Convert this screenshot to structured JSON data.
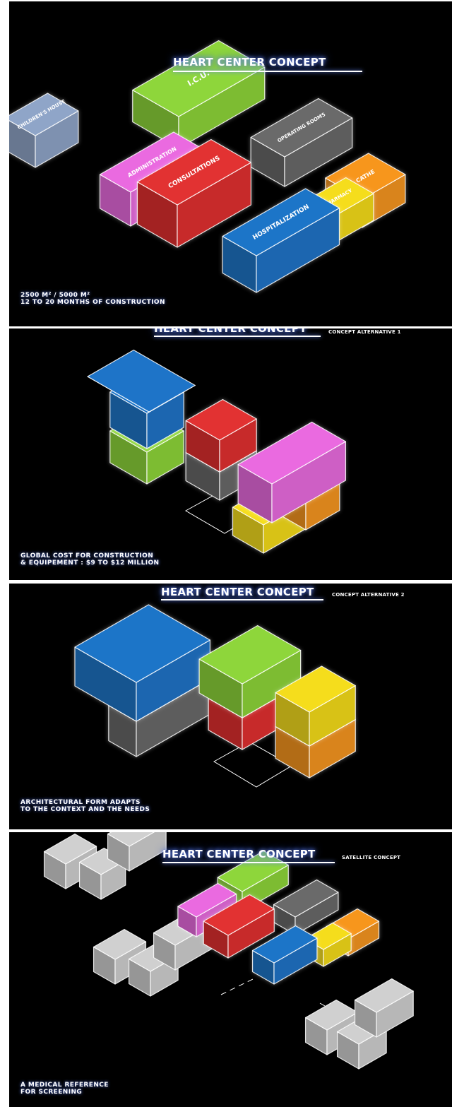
{
  "panels": [
    {
      "title": "HEART CENTER CONCEPT",
      "subtitle": "",
      "caption_lines": [
        "2500 M² / 5000 M²",
        "12 TO 20 MONTHS OF CONSTRUCTION"
      ],
      "blocks": {
        "childrens_house": "CHILDREN'S HOUSE",
        "icu": "I.C.U.",
        "operating": "OPERATING ROOMS",
        "administration": "ADMINISTRATION",
        "consultations": "CONSULTATIONS",
        "pharmacy": "PHARMACY",
        "cathe": "CATHE",
        "hospitalization": "HOSPITALIZATION"
      }
    },
    {
      "title": "HEART CENTER CONCEPT",
      "subtitle": "CONCEPT ALTERNATIVE 1",
      "caption_lines": [
        "GLOBAL COST FOR CONSTRUCTION",
        "& EQUIPEMENT : $9 TO $12 MILLION"
      ]
    },
    {
      "title": "HEART CENTER CONCEPT",
      "subtitle": "CONCEPT ALTERNATIVE 2",
      "caption_lines": [
        "ARCHITECTURAL FORM ADAPTS",
        "TO THE CONTEXT AND THE NEEDS"
      ]
    },
    {
      "title": "HEART CENTER CONCEPT",
      "subtitle": "SATELLITE CONCEPT",
      "caption_lines": [
        "A MEDICAL REFERENCE",
        "FOR SCREENING"
      ]
    }
  ],
  "colors": {
    "blue": "#1e74c8",
    "green": "#8ed63a",
    "red": "#e23232",
    "magenta": "#ea6be0",
    "gray": "#6a6a6a",
    "yellow": "#f5dd1a",
    "orange": "#f7961e",
    "light_blue": "#8fa5c8",
    "white_block": "#d0d0d0"
  }
}
